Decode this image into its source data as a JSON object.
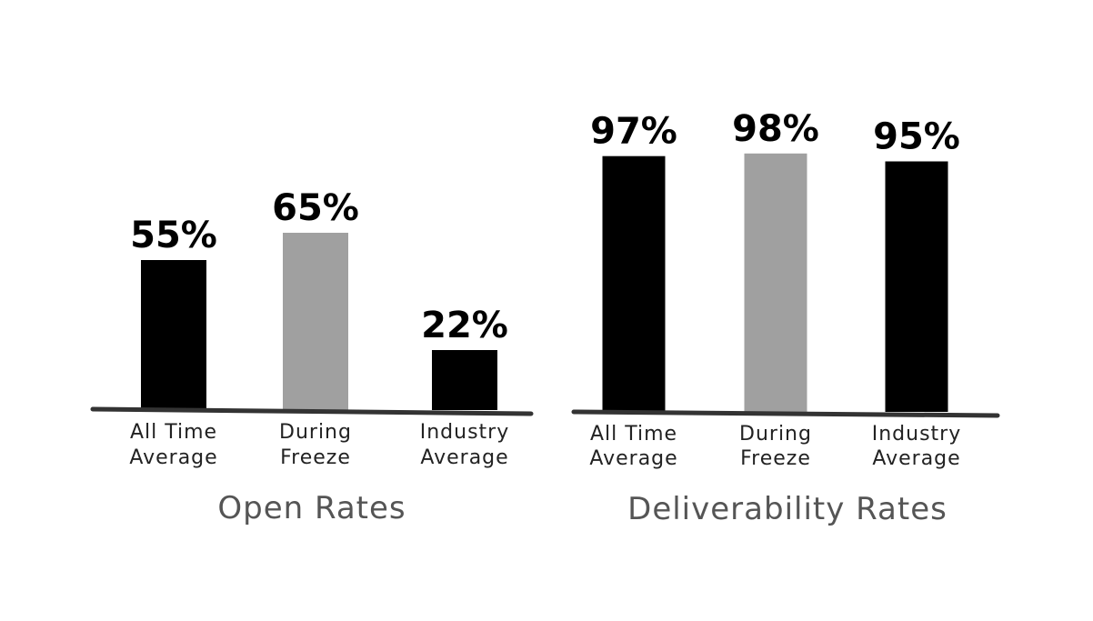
{
  "chart_data": [
    {
      "type": "bar",
      "title": "Open Rates",
      "categories": [
        [
          "All Time",
          "Average"
        ],
        [
          "During",
          "Freeze"
        ],
        [
          "Industry",
          "Average"
        ]
      ],
      "values": [
        55,
        65,
        22
      ],
      "value_labels": [
        "55%",
        "65%",
        "22%"
      ],
      "bar_colors": [
        "#000000",
        "#a0a0a0",
        "#000000"
      ],
      "ylim": [
        0,
        100
      ],
      "grid": false,
      "legend": "none"
    },
    {
      "type": "bar",
      "title": "Deliverability Rates",
      "categories": [
        [
          "All Time",
          "Average"
        ],
        [
          "During",
          "Freeze"
        ],
        [
          "Industry",
          "Average"
        ]
      ],
      "values": [
        97,
        98,
        95
      ],
      "value_labels": [
        "97%",
        "98%",
        "95%"
      ],
      "bar_colors": [
        "#000000",
        "#a0a0a0",
        "#000000"
      ],
      "ylim": [
        0,
        100
      ],
      "grid": false,
      "legend": "none"
    }
  ],
  "colors": {
    "axis": "#333333",
    "title": "#555555",
    "label": "#222222"
  }
}
